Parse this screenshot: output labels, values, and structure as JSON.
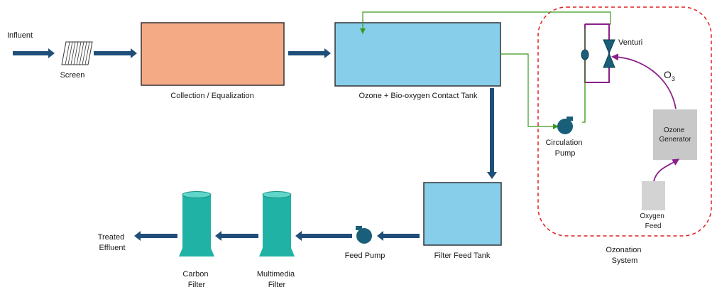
{
  "labels": {
    "influent": "Influent",
    "screen": "Screen",
    "collection": "Collection / Equalization",
    "contact_tank": "Ozone + Bio-oxygen Contact Tank",
    "venturi": "Venturi",
    "o3_main": "O",
    "o3_sub": "3",
    "circulation_pump": [
      "Circulation",
      "Pump"
    ],
    "ozone_generator": [
      "Ozone",
      "Generator"
    ],
    "oxygen_feed": [
      "Oxygen",
      "Feed"
    ],
    "filter_feed_tank": "Filter Feed Tank",
    "feed_pump": "Feed Pump",
    "multimedia_filter": [
      "Multimedia",
      "Filter"
    ],
    "carbon_filter": [
      "Carbon",
      "Filter"
    ],
    "treated_effluent": [
      "Treated",
      "Effluent"
    ],
    "ozonation_system": [
      "Ozonation",
      "System"
    ]
  },
  "colors": {
    "main_flow": "#1f4e79",
    "recirculation_line": "#3a9a1f",
    "ozone_line": "#8b1e8b",
    "boundary": "#e02020",
    "collection_fill": "#f4ab85",
    "tank_fill": "#87ceeb",
    "filter_fill": "#20b2a5",
    "generator_fill": "#c8c8c8",
    "pump_fill": "#1a5f7a"
  }
}
